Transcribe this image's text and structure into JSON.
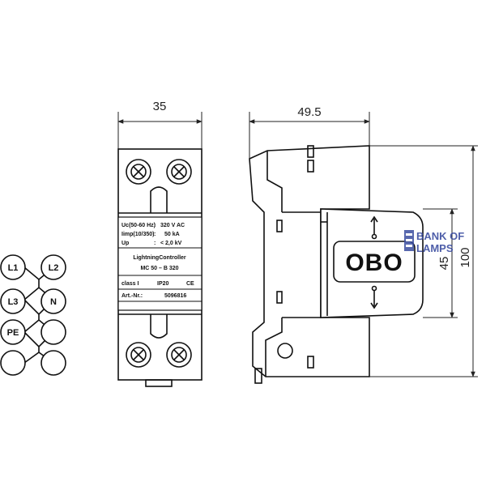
{
  "dimensions": {
    "front_width": "35",
    "side_width": "49.5",
    "inner_height": "45",
    "total_height": "100"
  },
  "terminals": [
    {
      "label": "L1"
    },
    {
      "label": "L2"
    },
    {
      "label": "L3"
    },
    {
      "label": "N"
    },
    {
      "label": "PE"
    }
  ],
  "label_plate": {
    "rows": [
      {
        "left": "Uc(50-60 Hz)",
        "sep": ":",
        "right": "320  V AC"
      },
      {
        "left": "Iimp(10/350)",
        "sep": ":",
        "right": "50  kA"
      },
      {
        "left": "Up",
        "sep": ":",
        "right": "< 2,0  kV"
      }
    ],
    "product_name": "LightningController",
    "model": "MC 50 – B  320",
    "class_text": "class I",
    "ip_text": "IP20",
    "ce_mark": "CE",
    "article_label": "Art.-Nr.:",
    "article_number": "5096816"
  },
  "logo_text": "OBO",
  "watermark": {
    "line1": "BANK OF",
    "line2": "LAMPS",
    "color": "#3b4da0"
  },
  "colors": {
    "line": "#111111",
    "device_shade": "#e6e6e6"
  }
}
